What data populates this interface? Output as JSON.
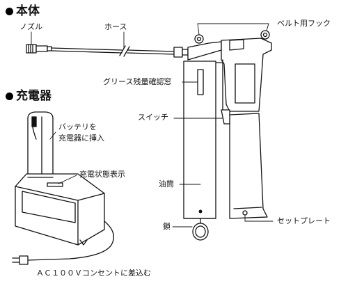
{
  "sections": {
    "main_body": "本体",
    "charger": "充電器"
  },
  "labels": {
    "nozzle": "ノズル",
    "hose": "ホース",
    "belt_hook": "ベルト用フック",
    "grease_window": "グリース残量確認窓",
    "switch": "スイッチ",
    "oil_cylinder": "油筒",
    "chain": "鎖",
    "set_plate": "セットプレート",
    "battery_insert_1": "バッテリを",
    "battery_insert_2": "充電器に挿入",
    "charge_status": "充電状態表示",
    "ac_outlet": "ＡＣ１００Ｖコンセントに差込む"
  }
}
